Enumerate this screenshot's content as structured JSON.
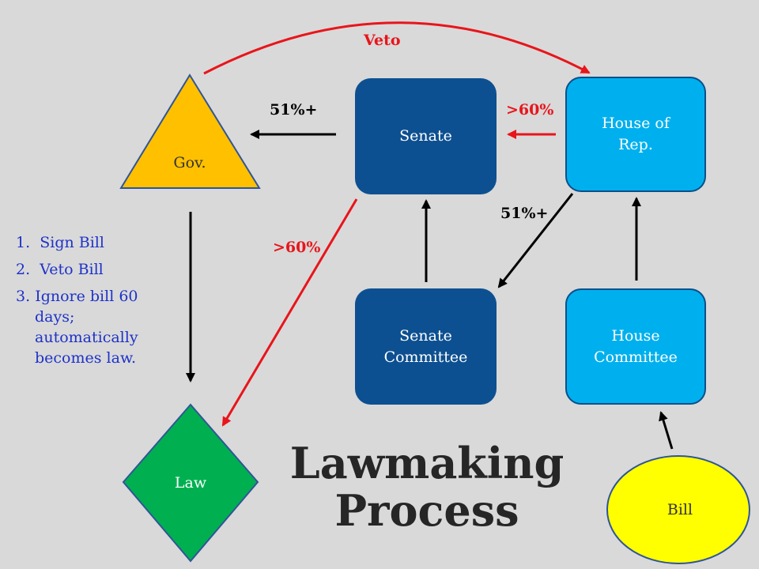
{
  "nodes": {
    "governor": "Gov.",
    "senate": "Senate",
    "house": "House of Rep.",
    "senate_committee": "Senate Committee",
    "house_committee": "House Committee",
    "law": "Law",
    "bill": "Bill"
  },
  "edge_labels": {
    "veto": "Veto",
    "senate_to_gov": "51%+",
    "house_to_senate": ">60%",
    "house_to_senate_committee": "51%+",
    "senate_to_law": ">60%"
  },
  "governor_options": [
    {
      "num": "1.",
      "text": "Sign Bill"
    },
    {
      "num": "2.",
      "text": "Veto Bill"
    },
    {
      "num": "3.",
      "text": "Ignore bill 60",
      "cont": [
        "days;",
        "automatically",
        "becomes law."
      ]
    }
  ],
  "title_line1": "Lawmaking",
  "title_line2": "Process",
  "colors": {
    "background": "#d9d9d9",
    "senate_fill": "#0d5091",
    "house_fill": "#00b0ee",
    "governor_fill": "#ffc000",
    "law_fill": "#00b050",
    "bill_fill": "#ffff00",
    "veto_arrow": "#e8151b",
    "arrow": "#000000"
  }
}
